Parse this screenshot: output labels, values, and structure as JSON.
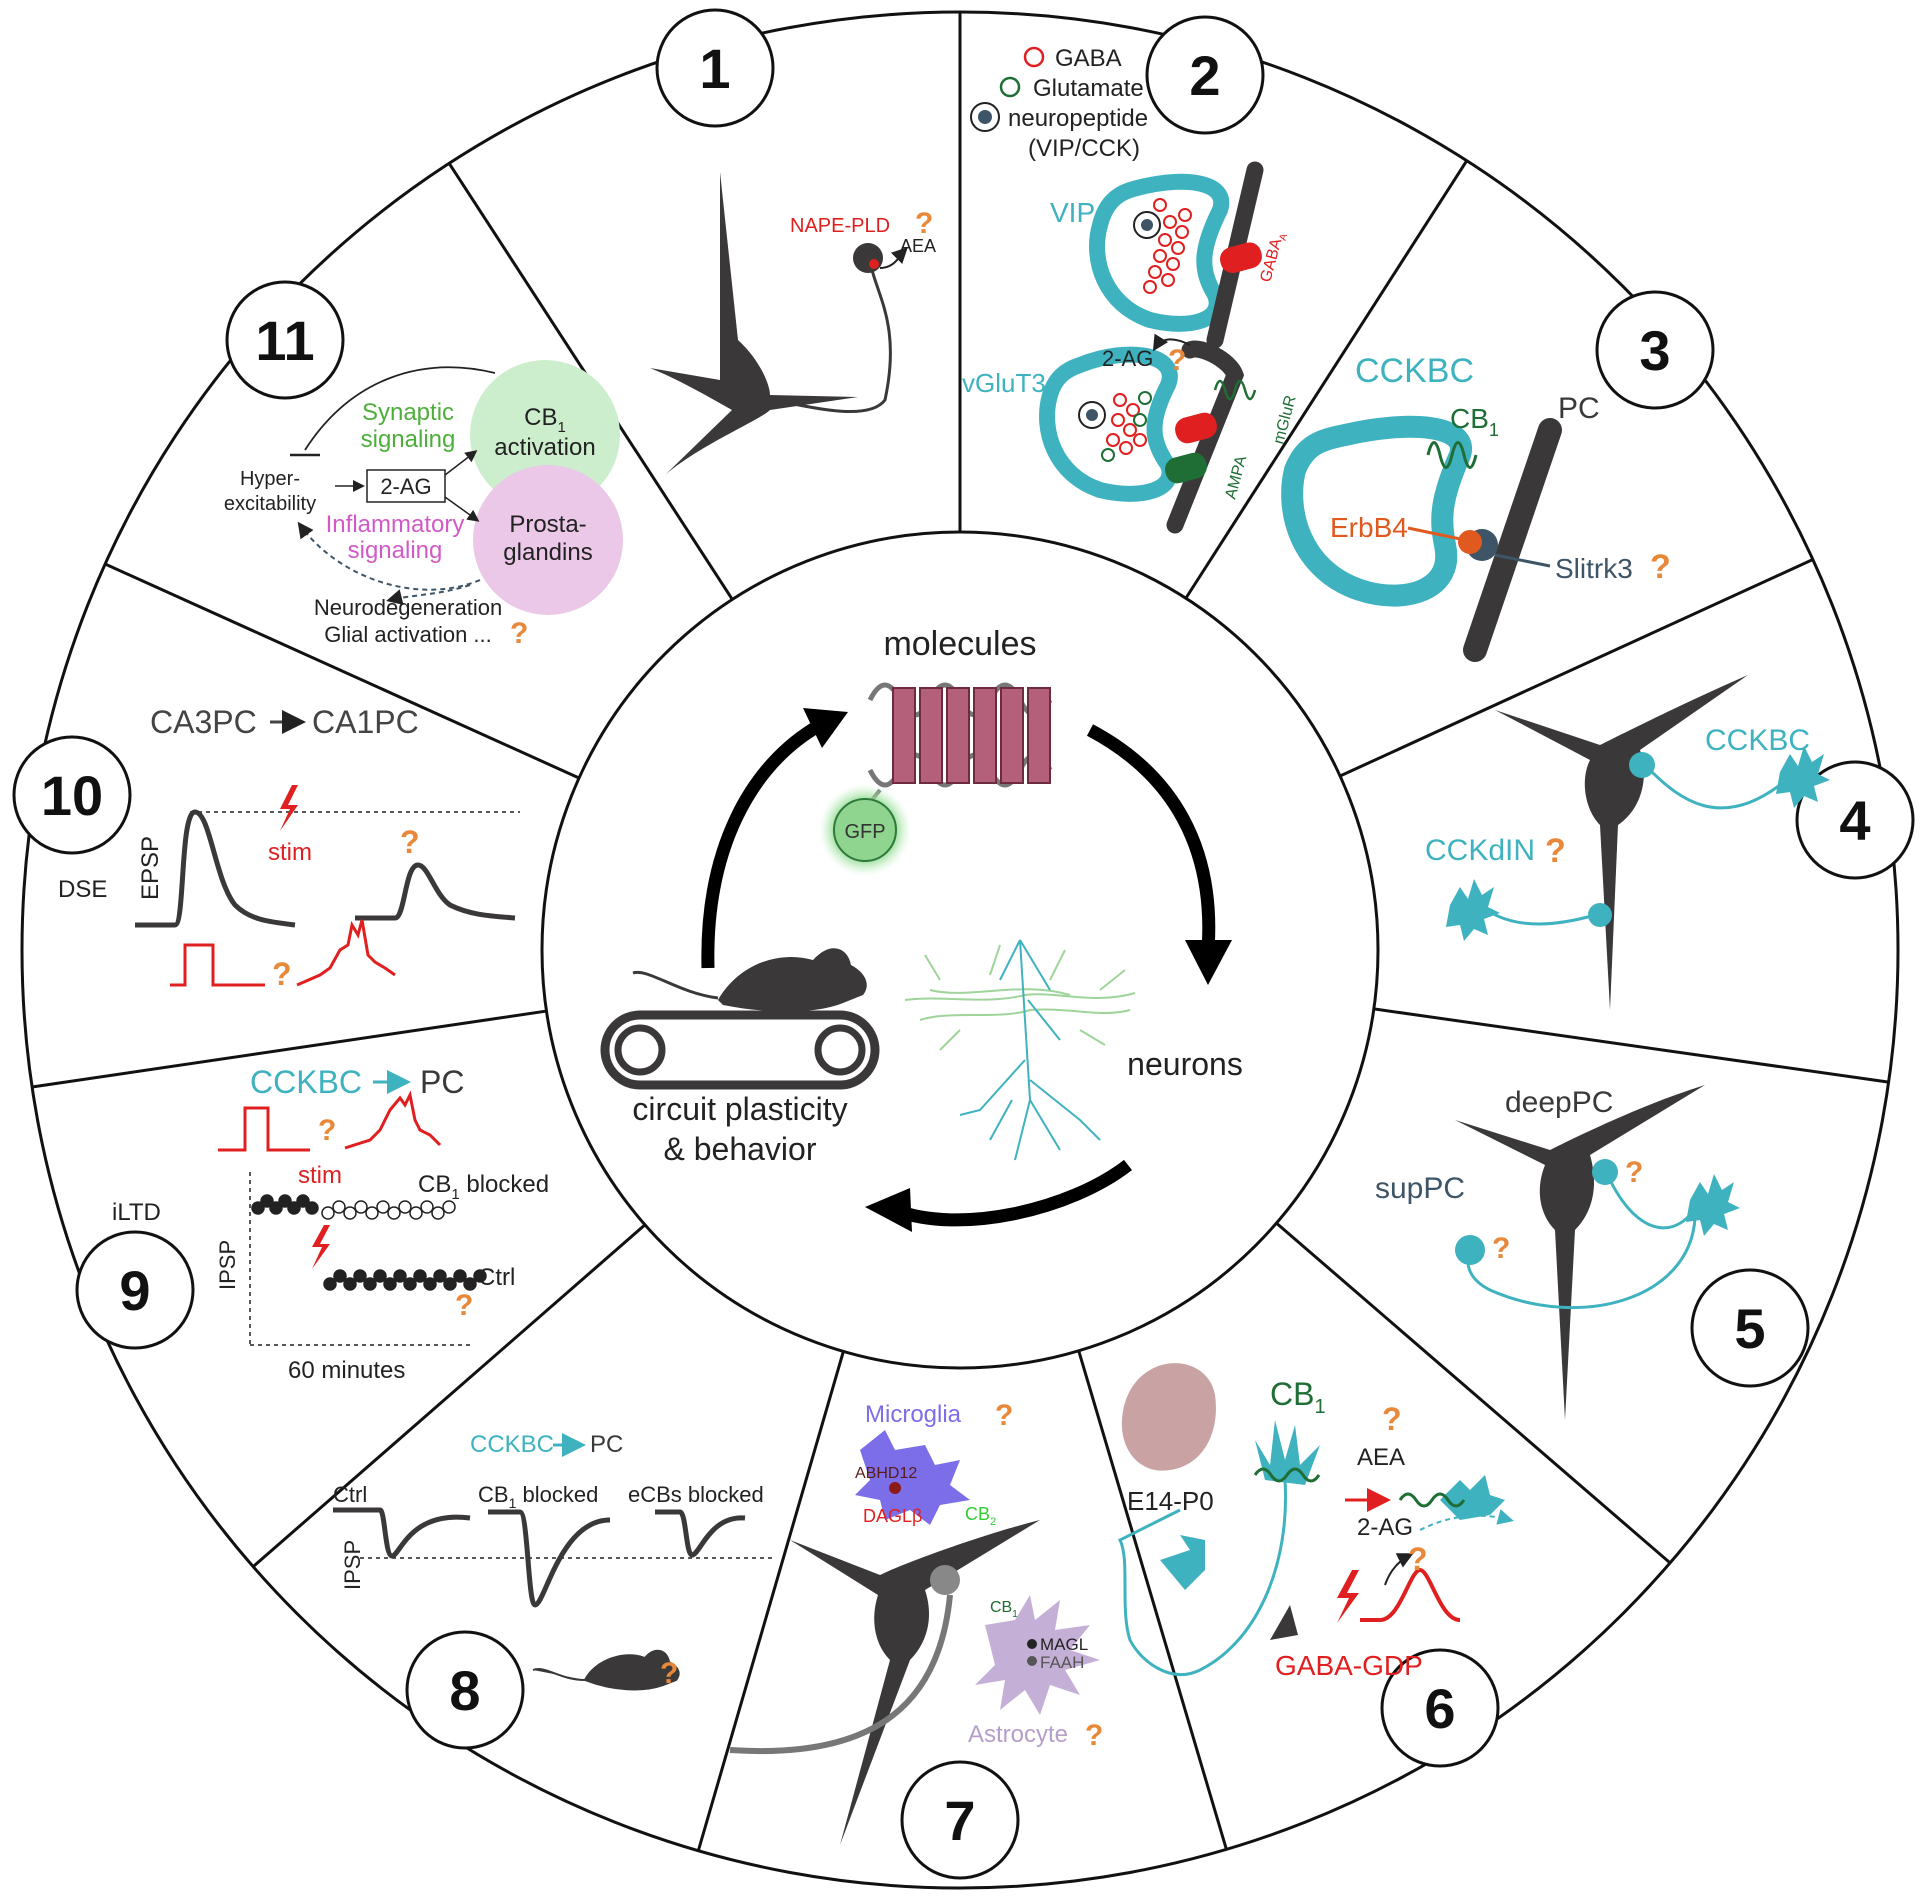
{
  "colors": {
    "teal": "#3fb2c0",
    "red": "#e02020",
    "green": "#1e6e35",
    "orange": "#e8893a",
    "gray": "#3a3838",
    "slate": "#3d5566",
    "lightgreen": "#cdeecd",
    "pink": "#ebc7e8",
    "microglia": "#7b6ee8",
    "astrocyte": "#b59ec9",
    "molecule": "#b5607a"
  },
  "center": {
    "molecules": "molecules",
    "gfp": "GFP",
    "neurons": "neurons",
    "circuit_line1": "circuit plasticity",
    "circuit_line2": "& behavior"
  },
  "q": "?",
  "s1": {
    "num": "1",
    "nape": "NAPE-PLD",
    "aea": "AEA"
  },
  "s2": {
    "num": "2",
    "legend_gaba": "GABA",
    "legend_glut": "Glutamate",
    "legend_neuro": "neuropeptide",
    "legend_neuro2": "(VIP/CCK)",
    "vip": "VIP",
    "gaba_a": "GABA",
    "gaba_a_sub": "A",
    "vglut3": "vGluT3",
    "ag": "2-AG",
    "mglur": "mGluR",
    "ampa": "AMPA"
  },
  "s3": {
    "num": "3",
    "cckbc": "CCKBC",
    "cb": "CB",
    "cb_sub": "1",
    "pc": "PC",
    "erbb4": "ErbB4",
    "slitrk3": "Slitrk3"
  },
  "s4": {
    "num": "4",
    "cckbc": "CCKBC",
    "cckdin": "CCKdIN"
  },
  "s5": {
    "num": "5",
    "deeppc": "deepPC",
    "suppc": "supPC"
  },
  "s6": {
    "num": "6",
    "age": "E14-P0",
    "cb": "CB",
    "cb_sub": "1",
    "aea": "AEA",
    "ag": "2-AG",
    "gdp": "GABA-GDP"
  },
  "s7": {
    "num": "7",
    "microglia": "Microglia",
    "abhd12": "ABHD12",
    "daglb": "DAGLβ",
    "cb2": "CB",
    "cb2_sub": "2",
    "cb1": "CB",
    "cb1_sub": "1",
    "magl": "MAGL",
    "faah": "FAAH",
    "astrocyte": "Astrocyte"
  },
  "s8": {
    "num": "8",
    "title_a": "CCKBC",
    "title_b": "PC",
    "ctrl": "Ctrl",
    "cb": "CB",
    "cb_sub": "1",
    "blocked": " blocked",
    "ecbs": "eCBs blocked",
    "ipsp": "IPSP"
  },
  "s9": {
    "num": "9",
    "iltd": "iLTD",
    "title_a": "CCKBC",
    "title_b": "PC",
    "stim": "stim",
    "cb": "CB",
    "cb_sub": "1",
    "blocked": " blocked",
    "ctrl": "Ctrl",
    "ipsp": "IPSP",
    "time": "60 minutes"
  },
  "s10": {
    "num": "10",
    "title_a": "CA3PC",
    "title_b": "CA1PC",
    "dse": "DSE",
    "epsp": "EPSP",
    "stim": "stim"
  },
  "s11": {
    "num": "11",
    "synaptic1": "Synaptic",
    "synaptic2": "signaling",
    "cb": "CB",
    "cb_sub": "1",
    "activation": "activation",
    "hyper1": "Hyper-",
    "hyper2": "excitability",
    "ag": "2-AG",
    "prosta1": "Prosta-",
    "prosta2": "glandins",
    "inflam1": "Inflammatory",
    "inflam2": "signaling",
    "neurodegen": "Neurodegeneration",
    "glial": "Glial activation ..."
  }
}
